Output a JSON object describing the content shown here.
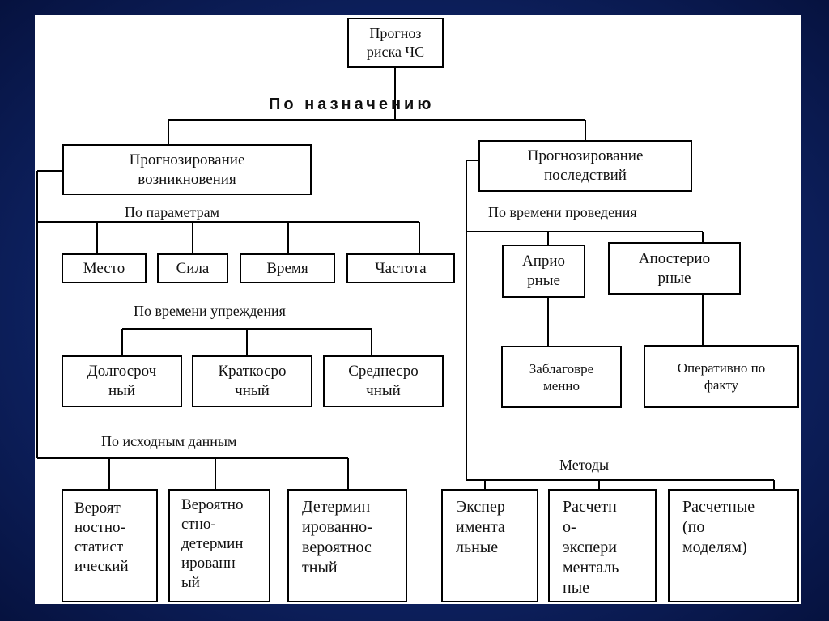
{
  "root": "Прогноз\nриска ЧС",
  "main_label": "По назначению",
  "left": {
    "title": "Прогнозирование\nвозникновения",
    "by_params_label": "По параметрам",
    "params": [
      "Место",
      "Сила",
      "Время",
      "Частота"
    ],
    "by_lead_label": "По времени упреждения",
    "lead": [
      "Долгосроч\nный",
      "Краткосро\nчный",
      "Среднесро\nчный"
    ],
    "by_data_label": "По исходным данным",
    "data": [
      "Вероят\nностно-\nстатист\nический",
      "Вероятно\nстно-\nдетермин\nированн\nый",
      "Детермин\nированно-\nвероятнос\nтный"
    ]
  },
  "right": {
    "title": "Прогнозирование\nпоследствий",
    "by_time_label": "По времени проведения",
    "apriori": "Априо\nрные",
    "aposteriori": "Апостерио\nрные",
    "advance": "Заблаговре\nменно",
    "operative": "Оперативно по\nфакту",
    "methods_label": "Методы",
    "methods": [
      "Экспер\nимента\nльные",
      "Расчетн\nо-\nэкспери\nменталь\nные",
      "Расчетные\n(по\nмоделям)"
    ]
  }
}
